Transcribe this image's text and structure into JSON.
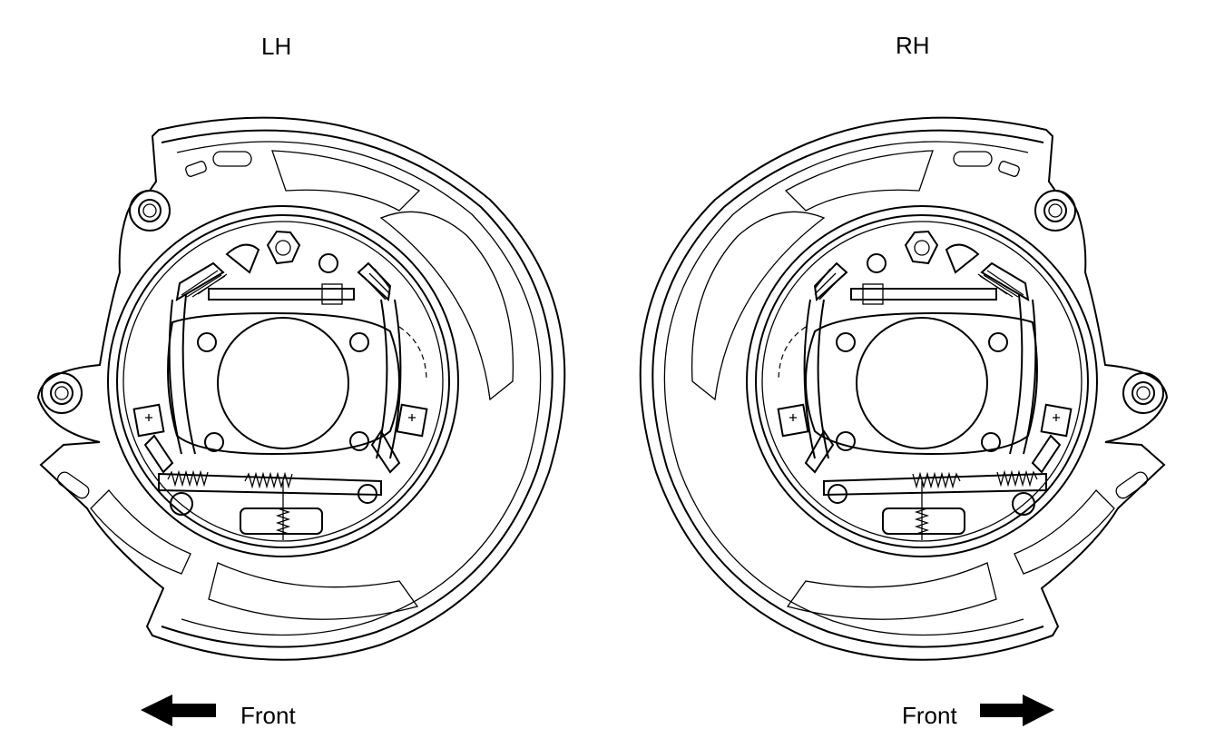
{
  "labels": {
    "left_side": "LH",
    "right_side": "RH",
    "front_left": "Front",
    "front_right": "Front"
  },
  "icons": {
    "left_arrow": "arrow-left-icon",
    "right_arrow": "arrow-right-icon"
  }
}
